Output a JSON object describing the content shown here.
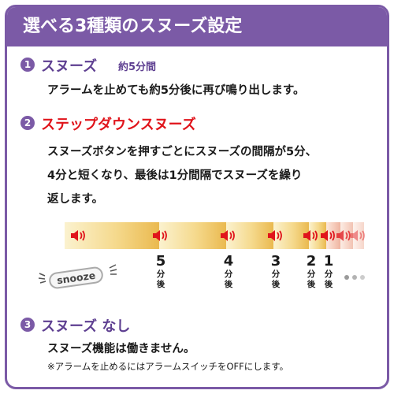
{
  "header": {
    "title": "選べる3種類のスヌーズ設定"
  },
  "sections": [
    {
      "num": "1",
      "title": "スヌーズ",
      "note": "約5分間",
      "desc": "アラームを止めても約5分後に再び鳴り出します。"
    },
    {
      "num": "2",
      "title": "ステップダウンスヌーズ",
      "desc_lines": [
        "スヌーズボタンを押すごとにスヌーズの間隔が5分、",
        "4分と短くなり、最後は1分間隔でスヌーズを繰り",
        "返します。"
      ]
    },
    {
      "num": "3",
      "title": "スヌーズ なし",
      "desc": "スヌーズ機能は働きません。",
      "footnote": "※アラームを止めるにはアラームスイッチをOFFにします。"
    }
  ],
  "diagram": {
    "snooze_label": "snooze",
    "minutes_unit": "分",
    "after_unit": "後",
    "intervals": [
      "5",
      "4",
      "3",
      "2",
      "1"
    ],
    "colors": {
      "accent": "#7b5aa6",
      "highlight": "#e0141b",
      "speaker": "#e0141b"
    }
  }
}
